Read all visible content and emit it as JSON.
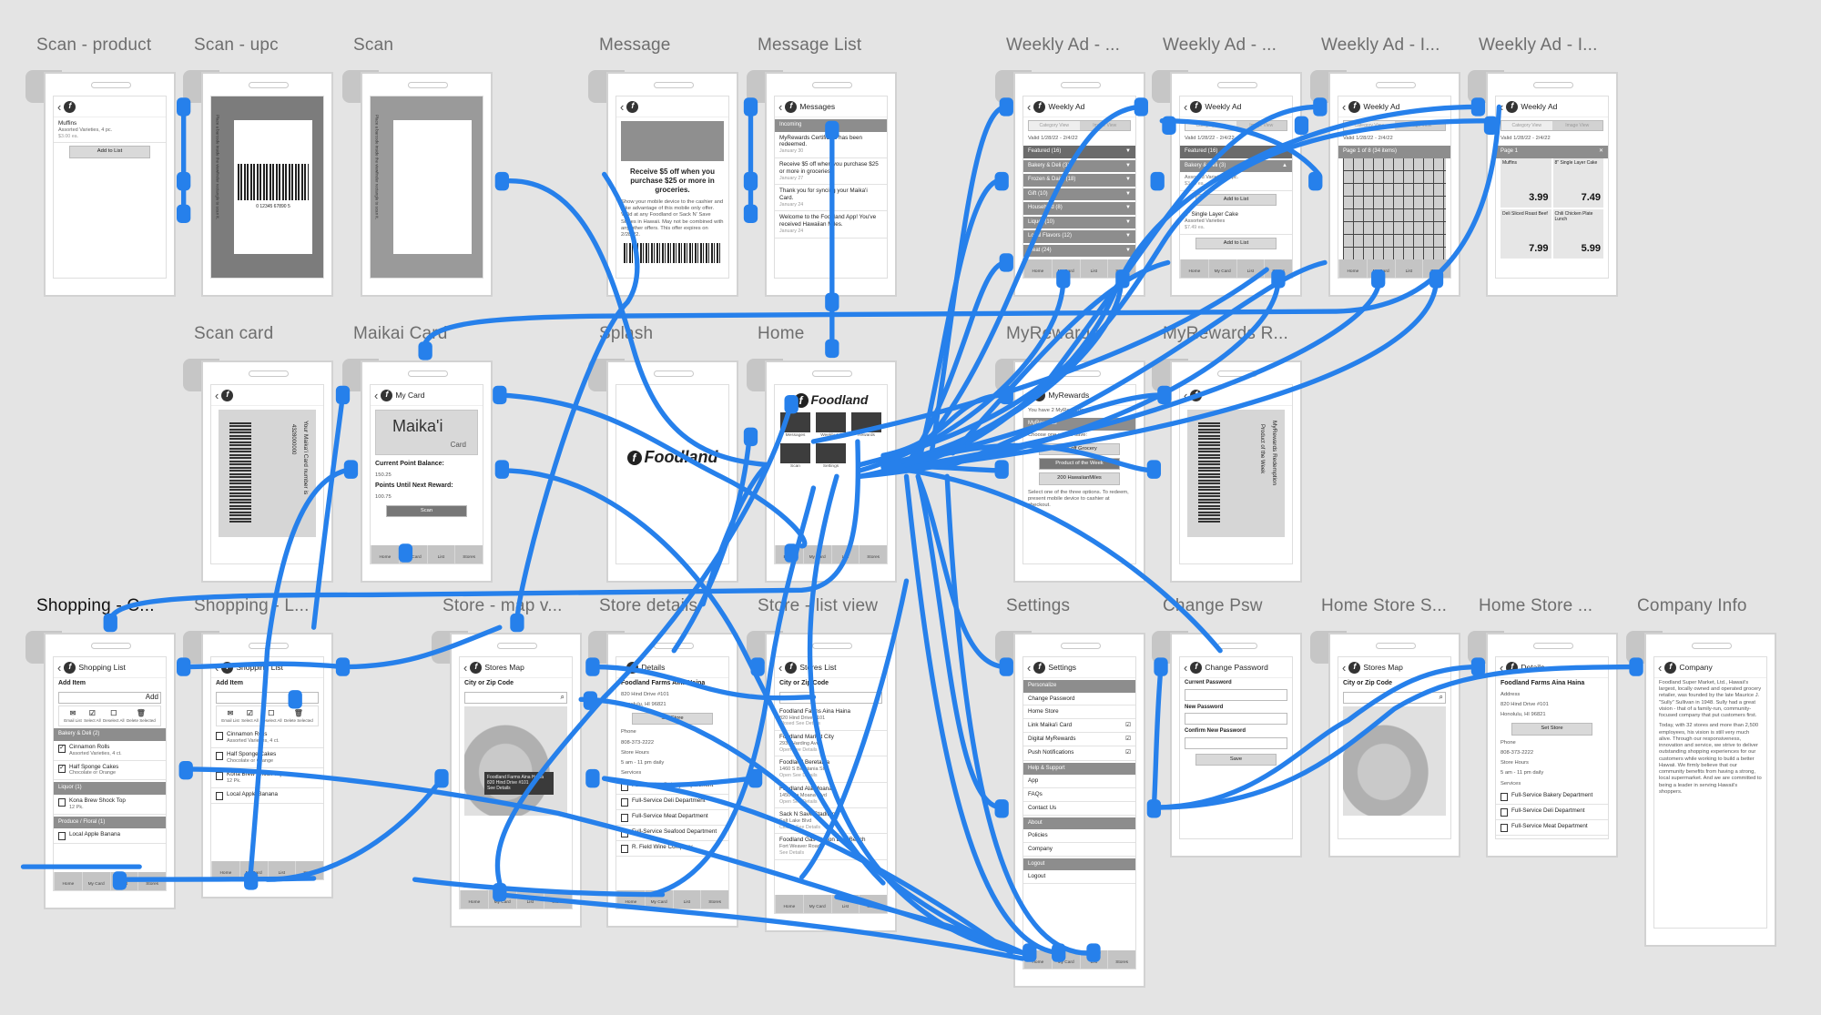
{
  "accent_color": "#2680eb",
  "tabbar": [
    "Home",
    "My Card",
    "List",
    "Stores"
  ],
  "screens": [
    {
      "label": "Scan - product",
      "nav": {
        "title": ""
      },
      "blocks": [
        {
          "type": "item",
          "title": "Muffins",
          "sub": "Assorted Varieties, 4 pc.",
          "date": "$3.00 ea."
        },
        {
          "type": "button",
          "text": "Add to List"
        }
      ]
    },
    {
      "label": "Scan - upc",
      "blocks": [
        {
          "type": "viewfinder",
          "caption": "Place a barcode inside the viewfinder rectangle to scan it.",
          "number": "0   12345 67890   5"
        }
      ]
    },
    {
      "label": "Scan",
      "blocks": [
        {
          "type": "viewfinder-empty",
          "caption": "Place a barcode inside the viewfinder rectangle to scan it."
        }
      ]
    },
    {
      "label": "Message",
      "nav": {
        "title": ""
      },
      "blocks": [
        {
          "type": "image"
        },
        {
          "type": "big",
          "text": "Receive $5 off when you purchase $25 or more in groceries."
        },
        {
          "type": "text",
          "text": "Show your mobile device to the cashier and take advantage of this mobile only offer. Valid at any Foodland or Sack N' Save Stores in Hawaii. May not be combined with any other offers. This offer expires on 2/28/22."
        },
        {
          "type": "barcode"
        }
      ]
    },
    {
      "label": "Message List",
      "nav": {
        "title": "Messages"
      },
      "blocks": [
        {
          "type": "section",
          "text": "Incoming"
        },
        {
          "type": "item",
          "title": "MyRewards Certificate has been redeemed.",
          "date": "January 30"
        },
        {
          "type": "item",
          "title": "Receive $5 off when you purchase $25 or more in groceries.",
          "date": "January 27"
        },
        {
          "type": "item",
          "title": "Thank you for syncing your Maika'i Card.",
          "date": "January 24"
        },
        {
          "type": "item",
          "title": "Welcome to the Foodland App! You've received Hawaiian Miles.",
          "date": "January 24"
        }
      ]
    },
    {
      "label": "Weekly Ad - ...",
      "nav": {
        "title": "Weekly Ad"
      },
      "tabbar": true,
      "blocks": [
        {
          "type": "segmented",
          "left": "Category View",
          "right": "Image View"
        },
        {
          "type": "text",
          "text": "Valid 1/28/22 - 2/4/22"
        },
        {
          "type": "section-dark",
          "text": "Featured (16)",
          "caret": "▼"
        },
        {
          "type": "section",
          "text": "Bakery & Deli (3)",
          "caret": "▼"
        },
        {
          "type": "section",
          "text": "Frozen & Dairy (18)",
          "caret": "▼"
        },
        {
          "type": "section",
          "text": "Gift (10)",
          "caret": "▼"
        },
        {
          "type": "section",
          "text": "Household (8)",
          "caret": "▼"
        },
        {
          "type": "section",
          "text": "Liquor (10)",
          "caret": "▼"
        },
        {
          "type": "section",
          "text": "Local Flavors (12)",
          "caret": "▼"
        },
        {
          "type": "section",
          "text": "Meat (24)",
          "caret": "▼"
        }
      ]
    },
    {
      "label": "Weekly Ad - ...",
      "nav": {
        "title": "Weekly Ad"
      },
      "tabbar": true,
      "blocks": [
        {
          "type": "segmented",
          "left": "Category View",
          "right": "Image View"
        },
        {
          "type": "text",
          "text": "Valid 1/28/22 - 2/4/22"
        },
        {
          "type": "section-dark",
          "text": "Featured (16)",
          "caret": "▼"
        },
        {
          "type": "section",
          "text": "Bakery & Deli (3)",
          "caret": "▲"
        },
        {
          "type": "item",
          "title": "",
          "sub": "Assorted Varieties, 4 pc.",
          "date": "$3.59 ea."
        },
        {
          "type": "button",
          "text": "Add to List"
        },
        {
          "type": "item",
          "title": "8\" Single Layer Cake",
          "sub": "Assorted Varieties",
          "date": "$7.49 ea."
        },
        {
          "type": "button",
          "text": "Add to List"
        }
      ]
    },
    {
      "label": "Weekly Ad - I...",
      "nav": {
        "title": "Weekly Ad"
      },
      "tabbar": true,
      "blocks": [
        {
          "type": "segmented",
          "left": "Category View",
          "right": "Image View"
        },
        {
          "type": "text",
          "text": "Valid 1/28/22 - 2/4/22"
        },
        {
          "type": "section",
          "text": "Page 1 of 8 (34 items)",
          "caret": ""
        },
        {
          "type": "adgrid"
        }
      ]
    },
    {
      "label": "Weekly Ad - I...",
      "nav": {
        "title": "Weekly Ad"
      },
      "blocks": [
        {
          "type": "segmented",
          "left": "Category View",
          "right": "Image View"
        },
        {
          "type": "text",
          "text": "Valid 1/28/22 - 2/4/22"
        },
        {
          "type": "section",
          "text": "Page 1",
          "caret": "✕"
        },
        {
          "type": "adpage",
          "items": [
            {
              "name": "Muffins",
              "price": "3.99"
            },
            {
              "name": "8\" Single Layer Cake",
              "price": "7.49"
            },
            {
              "name": "Deli Sliced Roast Beef",
              "price": "7.99"
            },
            {
              "name": "Chili Chicken Plate Lunch",
              "price": "5.99"
            }
          ]
        }
      ]
    },
    {
      "label": "Scan card",
      "nav": {
        "title": ""
      },
      "blocks": [
        {
          "type": "vcard",
          "text": "Your Maika'i Card number is",
          "number": "4328000000"
        }
      ]
    },
    {
      "label": "Maikai Card",
      "nav": {
        "title": "My Card"
      },
      "tabbar": true,
      "blocks": [
        {
          "type": "card",
          "text": "Maika'i",
          "sub": "Card"
        },
        {
          "type": "bold",
          "text": "Current Point Balance:"
        },
        {
          "type": "text",
          "text": "150.25"
        },
        {
          "type": "bold",
          "text": "Points Until Next Reward:"
        },
        {
          "type": "text",
          "text": "100.75"
        },
        {
          "type": "button-dark",
          "text": "Scan"
        }
      ]
    },
    {
      "label": "Splash",
      "blocks": [
        {
          "type": "logo-splash",
          "text": "Foodland"
        }
      ]
    },
    {
      "label": "Home",
      "tabbar": true,
      "blocks": [
        {
          "type": "logo",
          "text": "Foodland"
        },
        {
          "type": "tiles",
          "items": [
            "Messages",
            "Weekly Ad",
            "Rewards",
            "Scan",
            "Settings"
          ]
        }
      ]
    },
    {
      "label": "MyRewards",
      "nav": {
        "title": "MyRewards"
      },
      "blocks": [
        {
          "type": "text",
          "text": "You have 2 MyRewards"
        },
        {
          "type": "section",
          "text": "MyRewards",
          "caret": ""
        },
        {
          "type": "text",
          "text": "Choose one way to save:"
        },
        {
          "type": "button",
          "text": "5% off Grocery"
        },
        {
          "type": "button-dark",
          "text": "Product of the Week"
        },
        {
          "type": "button",
          "text": "200 HawaiianMiles"
        },
        {
          "type": "text",
          "text": "Select one of the three options. To redeem, present mobile device to cashier at checkout."
        }
      ]
    },
    {
      "label": "MyRewards R...",
      "nav": {
        "title": ""
      },
      "blocks": [
        {
          "type": "vcard",
          "text": "MyRewards Redemption",
          "number": "Product of the Week"
        }
      ]
    },
    {
      "label": "Shopping - C...",
      "nav": {
        "title": "Shopping List"
      },
      "tabbar": true,
      "blocks": [
        {
          "type": "bold",
          "text": "Add Item"
        },
        {
          "type": "input",
          "button": "Add"
        },
        {
          "type": "icons",
          "items": [
            "Email List",
            "Select All",
            "Deselect All",
            "Delete Selected"
          ]
        },
        {
          "type": "section",
          "text": "Bakery & Deli (2)",
          "caret": ""
        },
        {
          "type": "item",
          "title": "Cinnamon Rolls",
          "sub": "Assorted Varieties, 4 ct.",
          "check": true
        },
        {
          "type": "item",
          "title": "Half Sponge Cakes",
          "sub": "Chocolate or Orange",
          "check": true
        },
        {
          "type": "section",
          "text": "Liquor (1)",
          "caret": ""
        },
        {
          "type": "item",
          "title": "Kona Brew Shock Top",
          "sub": "12 Pk.",
          "check": false
        },
        {
          "type": "section",
          "text": "Produce / Floral (1)",
          "caret": ""
        },
        {
          "type": "item",
          "title": "Local Apple Banana",
          "check": false
        }
      ]
    },
    {
      "label": "Shopping - L...",
      "nav": {
        "title": "Shopping List"
      },
      "tabbar": true,
      "blocks": [
        {
          "type": "bold",
          "text": "Add Item"
        },
        {
          "type": "input",
          "button": ""
        },
        {
          "type": "icons",
          "items": [
            "Email List",
            "Select All",
            "Deselect All",
            "Delete Selected"
          ]
        },
        {
          "type": "item",
          "title": "Cinnamon Rolls",
          "sub": "Assorted Varieties, 4 ct.",
          "check": false
        },
        {
          "type": "item",
          "title": "Half Sponge Cakes",
          "sub": "Chocolate or Orange",
          "check": false
        },
        {
          "type": "item",
          "title": "Kona Brew Shock Top",
          "sub": "12 Pk.",
          "check": false
        },
        {
          "type": "item",
          "title": "Local Apple Banana",
          "check": false
        }
      ]
    },
    {
      "label": "Store - map v...",
      "nav": {
        "title": "Stores Map"
      },
      "tabbar": true,
      "blocks": [
        {
          "type": "bold",
          "text": "City or Zip Code"
        },
        {
          "type": "input",
          "button": "⌕"
        },
        {
          "type": "map",
          "popup": "Foodland Farms Aina Haina",
          "popup_sub": "820 Hind Drive #101",
          "popup_link": "See Details"
        }
      ]
    },
    {
      "label": "Store details",
      "nav": {
        "title": "Details"
      },
      "tabbar": true,
      "blocks": [
        {
          "type": "bold",
          "text": "Foodland Farms Aina Haina"
        },
        {
          "type": "text",
          "text": "820 Hind Drive #101"
        },
        {
          "type": "text",
          "text": "Honolulu, HI 96821"
        },
        {
          "type": "button",
          "text": "Set Store"
        },
        {
          "type": "text",
          "text": "Phone"
        },
        {
          "type": "text",
          "text": "808-373-2222"
        },
        {
          "type": "text",
          "text": "Store Hours"
        },
        {
          "type": "text",
          "text": "5 am - 11 pm daily"
        },
        {
          "type": "text",
          "text": "Services"
        },
        {
          "type": "item",
          "title": "Full-Service Bakery Department",
          "check": false
        },
        {
          "type": "item",
          "title": "Full-Service Deli Department",
          "check": false
        },
        {
          "type": "item",
          "title": "Full-Service Meat Department",
          "check": false
        },
        {
          "type": "item",
          "title": "Full-Service Seafood Department",
          "check": false
        },
        {
          "type": "item",
          "title": "R. Field Wine Company",
          "check": false
        }
      ]
    },
    {
      "label": "Store - list view",
      "nav": {
        "title": "Stores List"
      },
      "tabbar": true,
      "blocks": [
        {
          "type": "bold",
          "text": "City or Zip Code"
        },
        {
          "type": "input",
          "button": "⌕"
        },
        {
          "type": "item",
          "title": "Foodland Farms Aina Haina",
          "sub": "820 Hind Drive #101",
          "date": "Closed  See Details"
        },
        {
          "type": "item",
          "title": "Foodland Market City",
          "sub": "2939 Harding Ave",
          "date": "Open  See Details"
        },
        {
          "type": "item",
          "title": "Foodland Beretania",
          "sub": "1460 S Beretania St",
          "date": "Open  See Details"
        },
        {
          "type": "item",
          "title": "Foodland Ala Moana",
          "sub": "1450 Ala Moana Blvd",
          "date": "Open  See Details"
        },
        {
          "type": "item",
          "title": "Sack N Save Stadium",
          "sub": "Salt Lake Blvd",
          "date": "Closed  See Details"
        },
        {
          "type": "item",
          "title": "Foodland Gas Station Ewa Beach",
          "sub": "Fort Weaver Road",
          "date": "See Details"
        }
      ]
    },
    {
      "label": "Settings",
      "nav": {
        "title": "Settings"
      },
      "tabbar": true,
      "blocks": [
        {
          "type": "section",
          "text": "Personalize",
          "caret": ""
        },
        {
          "type": "item",
          "title": "Change Password"
        },
        {
          "type": "item",
          "title": "Home Store"
        },
        {
          "type": "item",
          "title": "Link Maika'i Card",
          "tick": "☑"
        },
        {
          "type": "item",
          "title": "Digital MyRewards",
          "tick": "☑"
        },
        {
          "type": "item",
          "title": "Push Notifications",
          "tick": "☑"
        },
        {
          "type": "section",
          "text": "Help & Support",
          "caret": ""
        },
        {
          "type": "item",
          "title": "App"
        },
        {
          "type": "item",
          "title": "FAQs"
        },
        {
          "type": "item",
          "title": "Contact Us"
        },
        {
          "type": "section",
          "text": "About",
          "caret": ""
        },
        {
          "type": "item",
          "title": "Policies"
        },
        {
          "type": "item",
          "title": "Company"
        },
        {
          "type": "section",
          "text": "Logout",
          "caret": ""
        },
        {
          "type": "item",
          "title": "Logout"
        }
      ]
    },
    {
      "label": "Change Psw",
      "nav": {
        "title": "Change Password"
      },
      "blocks": [
        {
          "type": "field",
          "text": "Current Password"
        },
        {
          "type": "field",
          "text": "New Password"
        },
        {
          "type": "field",
          "text": "Confirm New Password"
        },
        {
          "type": "button",
          "text": "Save"
        }
      ]
    },
    {
      "label": "Home Store S...",
      "nav": {
        "title": "Stores Map"
      },
      "blocks": [
        {
          "type": "bold",
          "text": "City or Zip Code"
        },
        {
          "type": "input",
          "button": "⌕"
        },
        {
          "type": "map",
          "popup": "",
          "popup_sub": "",
          "popup_link": ""
        }
      ]
    },
    {
      "label": "Home Store ...",
      "nav": {
        "title": "Details"
      },
      "blocks": [
        {
          "type": "bold",
          "text": "Foodland Farms Aina Haina"
        },
        {
          "type": "text",
          "text": "Address"
        },
        {
          "type": "text",
          "text": "820 Hind Drive #101"
        },
        {
          "type": "text",
          "text": "Honolulu, HI 96821"
        },
        {
          "type": "button",
          "text": "Set Store"
        },
        {
          "type": "text",
          "text": "Phone"
        },
        {
          "type": "text",
          "text": "808-373-2222"
        },
        {
          "type": "text",
          "text": "Store Hours"
        },
        {
          "type": "text",
          "text": "5 am - 11 pm daily"
        },
        {
          "type": "text",
          "text": "Services"
        },
        {
          "type": "item",
          "title": "Full-Service Bakery Department",
          "check": false
        },
        {
          "type": "item",
          "title": "Full-Service Deli Department",
          "check": false
        },
        {
          "type": "item",
          "title": "Full-Service Meat Department",
          "check": false
        },
        {
          "type": "item",
          "title": "Full-Service Seafood Department",
          "check": false
        }
      ]
    },
    {
      "label": "Company Info",
      "nav": {
        "title": "Company"
      },
      "blocks": [
        {
          "type": "text",
          "text": "Foodland Super Market, Ltd., Hawaii's largest, locally owned and operated grocery retailer, was founded by the late Maurice J. \"Sully\" Sullivan in 1948. Sully had a great vision - that of a family-run, community-focused company that put customers first."
        },
        {
          "type": "text",
          "text": "Today, with 32 stores and more than 2,500 employees, his vision is still very much alive. Through our responsiveness, innovation and service, we strive to deliver outstanding shopping experiences for our customers while working to build a better Hawaii. We firmly believe that our community benefits from having a strong, local supermarket. And we are committed to being a leader in serving Hawaii's shoppers."
        }
      ]
    }
  ]
}
